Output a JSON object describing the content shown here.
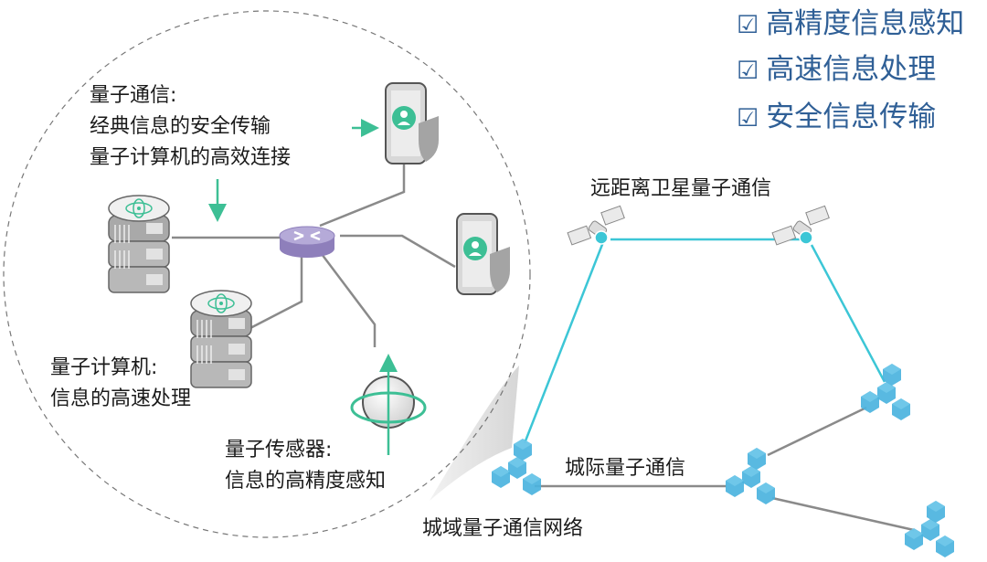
{
  "features": [
    {
      "icon": "checkbox-checked-icon",
      "glyph": "☑",
      "label": "高精度信息感知"
    },
    {
      "icon": "checkbox-checked-icon",
      "glyph": "☑",
      "label": "高速信息处理"
    },
    {
      "icon": "checkbox-checked-icon",
      "glyph": "☑",
      "label": "安全信息传输"
    }
  ],
  "zoom_circle": {
    "comm_title": "量子通信:",
    "comm_line1": "经典信息的安全传输",
    "comm_line2": "量子计算机的高效连接",
    "computer_title": "量子计算机:",
    "computer_line1": "信息的高速处理",
    "sensor_title": "量子传感器:",
    "sensor_line1": "信息的高精度感知"
  },
  "network": {
    "satellite_label": "远距离卫星量子通信",
    "intercity_label": "城际量子通信",
    "metro_label": "城域量子通信网络"
  },
  "colors": {
    "accent_green": "#3dbf95",
    "feature_blue": "#2f5f96",
    "satellite_link": "#3cc6d6",
    "node_blue": "#4bb3de",
    "router_purple": "#9a8cc4",
    "link_gray": "#8a8a8a"
  }
}
